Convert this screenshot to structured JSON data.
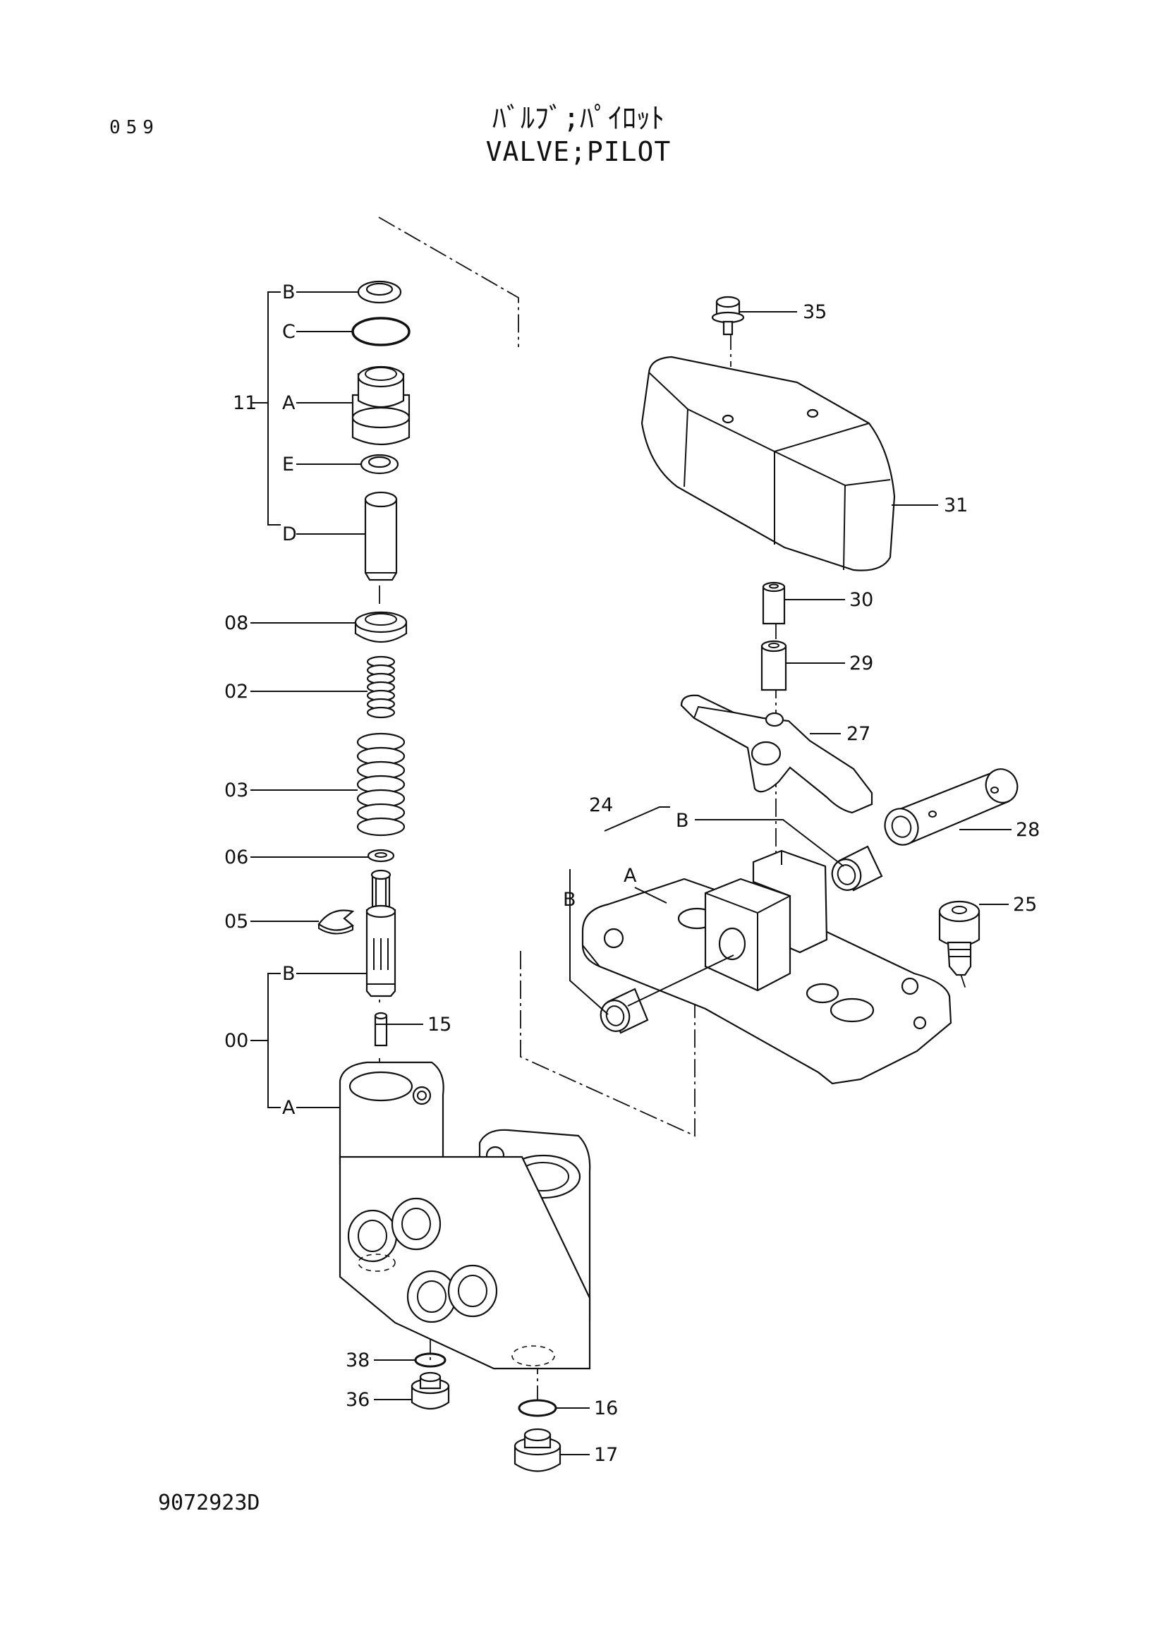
{
  "header": {
    "page_number": "059",
    "title_jp": "ﾊﾞﾙﾌﾞ;ﾊﾟｲﾛｯﾄ",
    "title_en": "VALVE;PILOT"
  },
  "footer": {
    "drawing_number": "9072923D"
  },
  "callouts": {
    "11": "11",
    "11B": "B",
    "11C": "C",
    "11A": "A",
    "11E": "E",
    "11D": "D",
    "08": "08",
    "02": "02",
    "03": "03",
    "06": "06",
    "05": "05",
    "00": "00",
    "00B": "B",
    "00A": "A",
    "15": "15",
    "38": "38",
    "36": "36",
    "16": "16",
    "17": "17",
    "35": "35",
    "31": "31",
    "30": "30",
    "29": "29",
    "27": "27",
    "28": "28",
    "24": "24",
    "24A": "A",
    "24B_top": "B",
    "24B_left": "B",
    "25": "25"
  }
}
